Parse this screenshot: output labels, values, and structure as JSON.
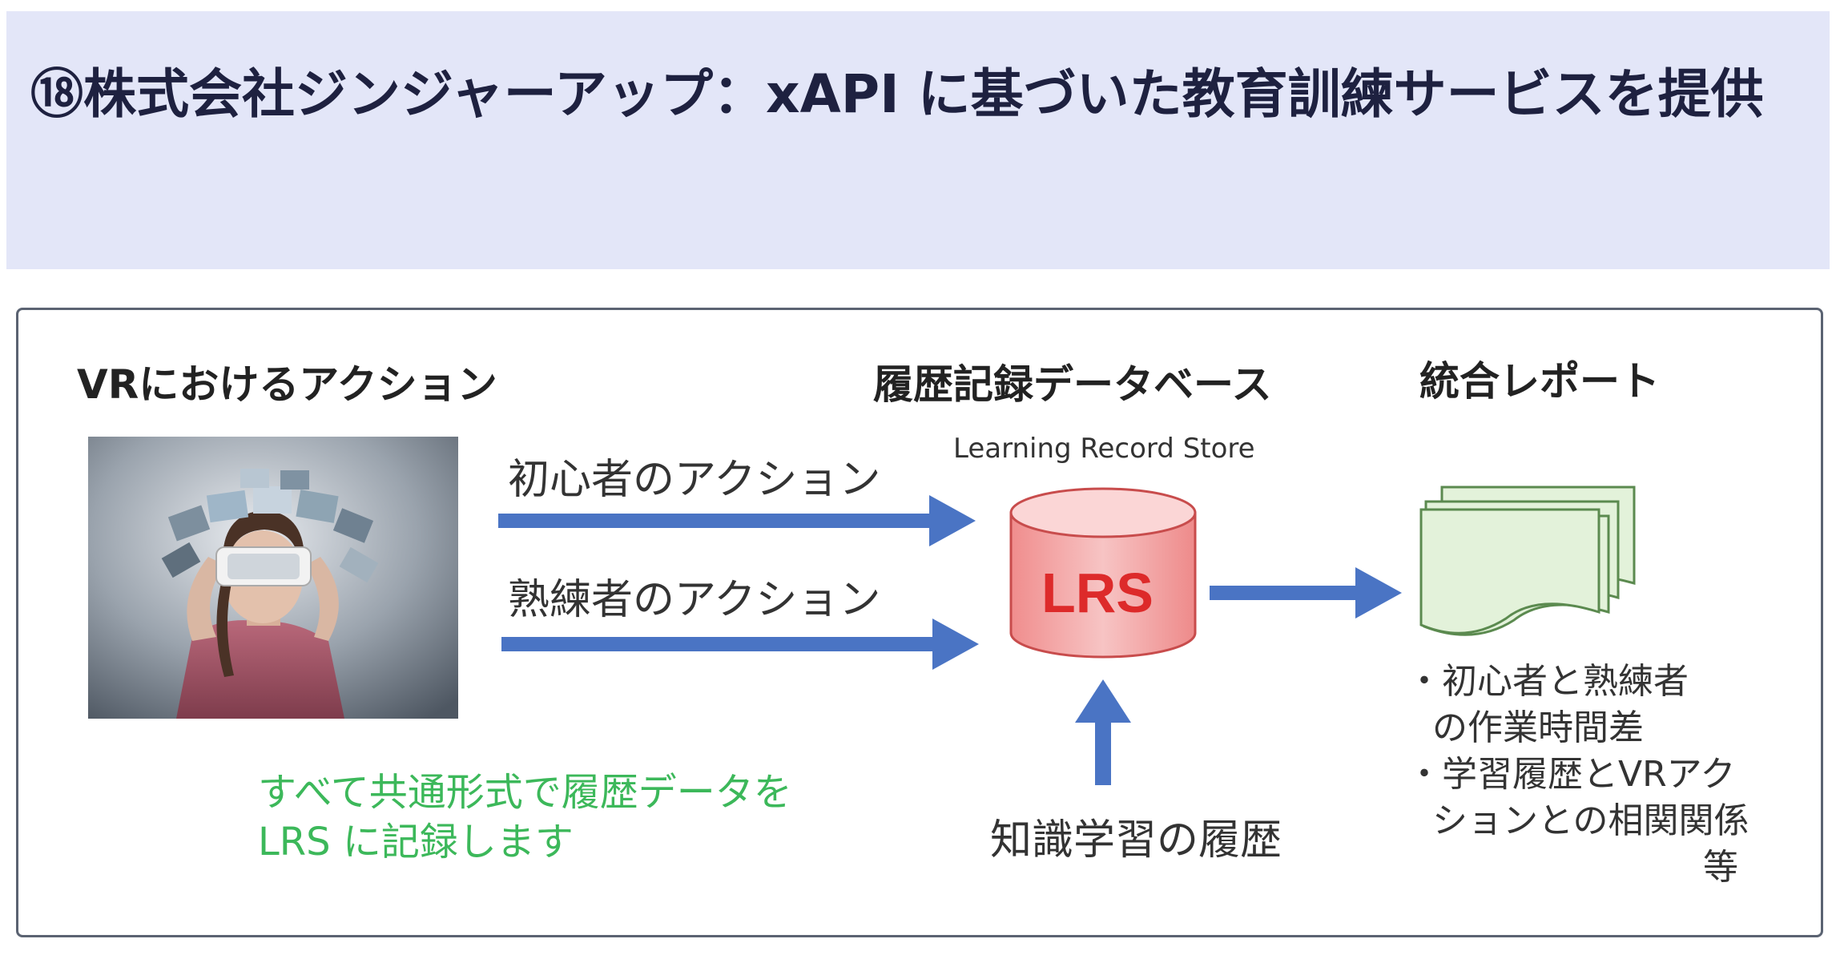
{
  "title": "⑱株式会社ジンジャーアップ：xAPI に基づいた教育訓練サービスを提供",
  "sections": {
    "vr_action": "VRにおけるアクション",
    "history_db": "履歴記録データベース",
    "report": "統合レポート"
  },
  "lrs": {
    "subtitle": "Learning Record Store",
    "label": "LRS"
  },
  "arrows": {
    "beginner": "初心者のアクション",
    "expert": "熟練者のアクション",
    "knowledge": "知識学習の履歴"
  },
  "note": {
    "line1": "すべて共通形式で履歴データを",
    "line2": "LRS に記録します"
  },
  "report_items": {
    "item1_line1": "・初心者と熟練者",
    "item1_line2": "の作業時間差",
    "item2_line1": "・学習履歴とVRアク",
    "item2_line2": "ションとの相関関係",
    "item2_line3": "等"
  },
  "colors": {
    "banner_bg": "#e3e6f8",
    "arrow_blue": "#4a74c4",
    "lrs_red": "#dd2a2a",
    "lrs_fill": "#f4a9a9",
    "doc_fill": "#e3f2da",
    "note_green": "#3cb85a"
  }
}
